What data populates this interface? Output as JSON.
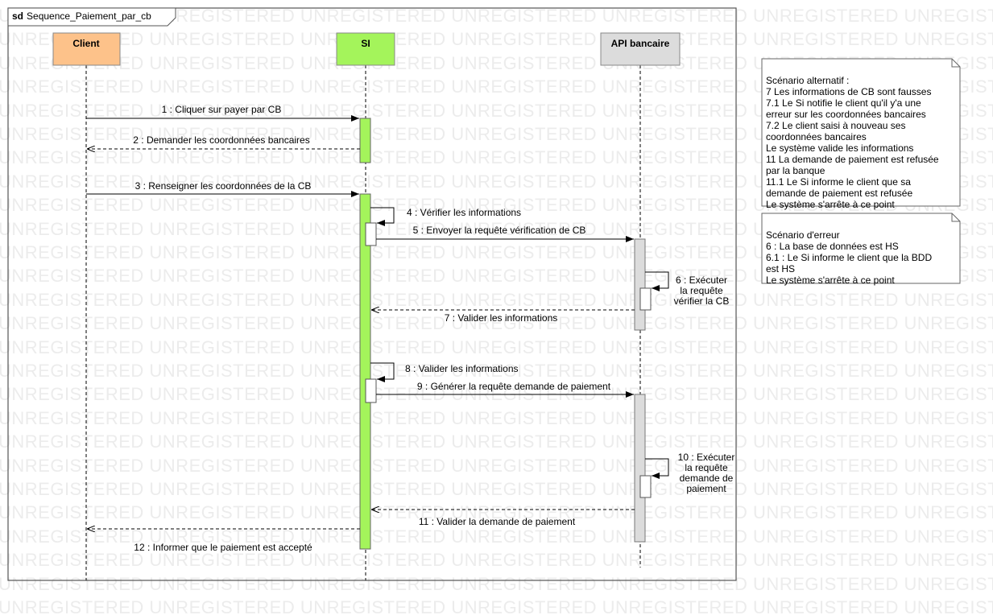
{
  "watermark_text": "UNREGISTERED",
  "frame": {
    "keyword": "sd",
    "name": "Sequence_Paiement_par_cb"
  },
  "lifelines": [
    {
      "id": "client",
      "name": "Client",
      "color": "#fdc28a"
    },
    {
      "id": "si",
      "name": "SI",
      "color": "#a4f45b"
    },
    {
      "id": "api",
      "name": "API bancaire",
      "color": "#dcdcdc"
    }
  ],
  "messages": [
    {
      "id": "m1",
      "label": "1 : Cliquer sur payer par CB",
      "from": "client",
      "to": "si",
      "kind": "sync"
    },
    {
      "id": "m2",
      "label": "2 : Demander les coordonnées bancaires",
      "from": "si",
      "to": "client",
      "kind": "reply"
    },
    {
      "id": "m3",
      "label": "3 : Renseigner les coordonnées de la CB",
      "from": "client",
      "to": "si",
      "kind": "sync"
    },
    {
      "id": "m4",
      "label": "4 : Vérifier les informations",
      "from": "si",
      "to": "si",
      "kind": "self"
    },
    {
      "id": "m5",
      "label": "5 : Envoyer la requête vérification de CB",
      "from": "si",
      "to": "api",
      "kind": "sync"
    },
    {
      "id": "m6",
      "label": "6 : Exécuter\nla requête\nvérifier la CB",
      "from": "api",
      "to": "api",
      "kind": "self"
    },
    {
      "id": "m7",
      "label": "7 : Valider les informations",
      "from": "api",
      "to": "si",
      "kind": "reply"
    },
    {
      "id": "m8",
      "label": "8 : Valider les informations",
      "from": "si",
      "to": "si",
      "kind": "self"
    },
    {
      "id": "m9",
      "label": "9 : Générer la requête demande de paiement",
      "from": "si",
      "to": "api",
      "kind": "sync"
    },
    {
      "id": "m10",
      "label": "10 : Exécuter\nla requête\ndemande de\npaiement",
      "from": "api",
      "to": "api",
      "kind": "self"
    },
    {
      "id": "m11",
      "label": "11 : Valider la demande de paiement",
      "from": "api",
      "to": "si",
      "kind": "reply"
    },
    {
      "id": "m12",
      "label": "12 : Informer que le paiement est accepté",
      "from": "si",
      "to": "client",
      "kind": "reply"
    }
  ],
  "notes": [
    {
      "id": "alt",
      "text": "Scénario alternatif :\n7 Les informations de CB sont fausses\n7.1 Le Si notifie le client qu'il y'a une\nerreur sur les coordonnées bancaires\n7.2 Le client saisi à nouveau ses\ncoordonnées bancaires\nLe système valide les informations\n11 La demande de paiement est refusée\npar la banque\n11.1 Le Si informe le client que sa\ndemande de paiement est refusée\nLe système s'arrête à ce point"
    },
    {
      "id": "err",
      "text": "Scénario d'erreur\n6 : La base de données est HS\n6.1 : Le Si informe le client que la BDD\nest HS\nLe système s'arrête à ce point"
    }
  ]
}
